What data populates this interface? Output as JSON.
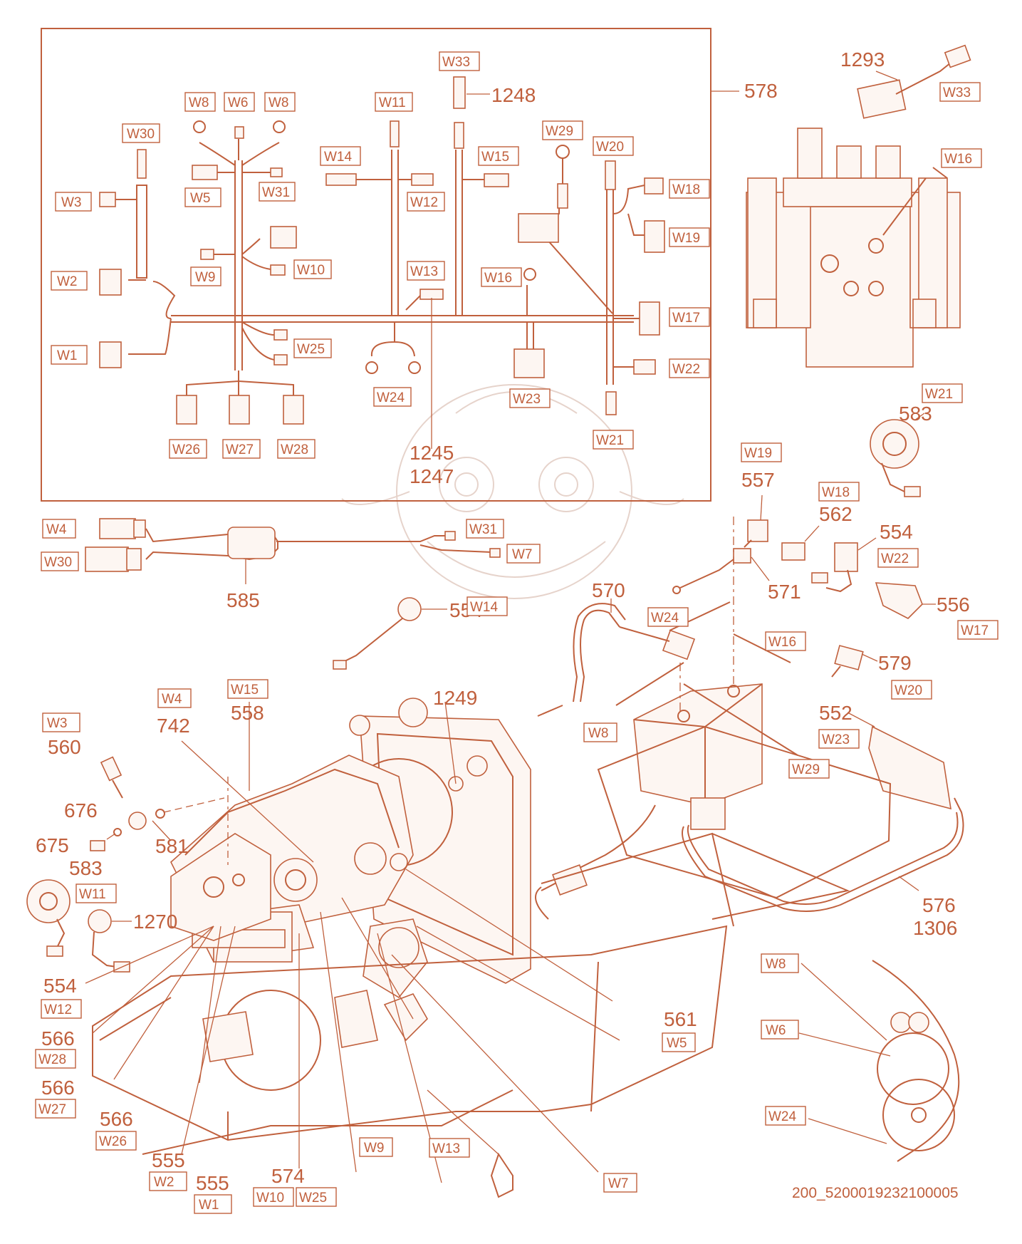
{
  "drawing_ref": "200_5200019232100005",
  "colors": {
    "line": "#c0603d",
    "background": "#ffffff"
  },
  "part_numbers": [
    "578",
    "1248",
    "1293",
    "1245",
    "1247",
    "557",
    "562",
    "583",
    "554",
    "571",
    "570",
    "554",
    "556",
    "579",
    "552",
    "1249",
    "558",
    "742",
    "560",
    "676",
    "675",
    "581",
    "583",
    "1270",
    "554",
    "566",
    "566",
    "566",
    "555",
    "555",
    "574",
    "561",
    "576",
    "1306",
    "585"
  ],
  "wire_tags": [
    "W8",
    "W6",
    "W8",
    "W30",
    "W3",
    "W2",
    "W1",
    "W5",
    "W31",
    "W9",
    "W10",
    "W25",
    "W26",
    "W27",
    "W28",
    "W24",
    "W11",
    "W12",
    "W13",
    "W14",
    "W33",
    "W15",
    "W16",
    "W29",
    "W23",
    "W20",
    "W18",
    "W19",
    "W17",
    "W22",
    "W21",
    "W33",
    "W16",
    "W21",
    "W4",
    "W30",
    "W31",
    "W7",
    "W19",
    "W18",
    "W22",
    "W24",
    "W16",
    "W17",
    "W14",
    "W20",
    "W8",
    "W23",
    "W29",
    "W4",
    "W15",
    "W3",
    "W11",
    "W12",
    "W28",
    "W27",
    "W26",
    "W2",
    "W1",
    "W10",
    "W25",
    "W9",
    "W13",
    "W7",
    "W5",
    "W8",
    "W6",
    "W24"
  ]
}
